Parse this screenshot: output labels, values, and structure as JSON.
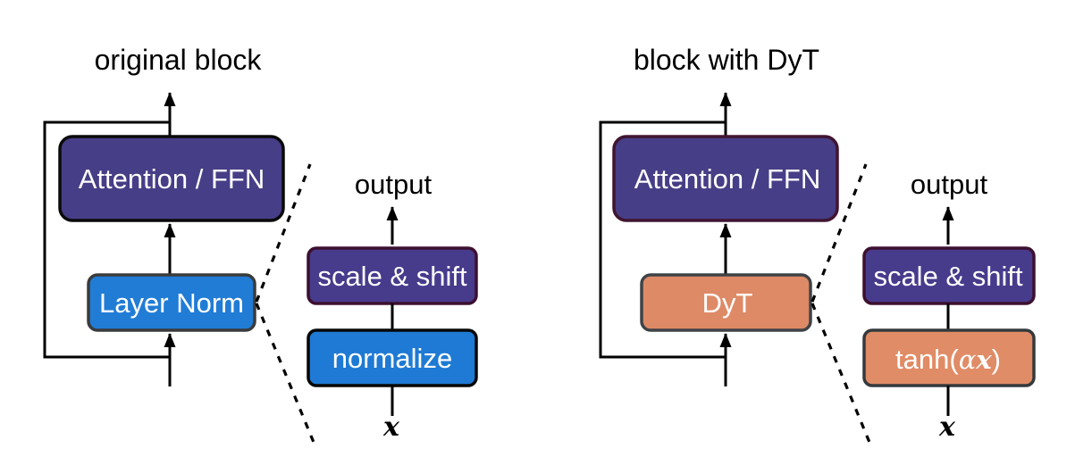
{
  "figure": {
    "left": {
      "title": "original block",
      "block": {
        "attention_label": "Attention / FFN",
        "norm_label": "Layer Norm"
      },
      "detail": {
        "output_label": "output",
        "scale_shift_label": "scale & shift",
        "op_label": "normalize",
        "input_label": "x"
      }
    },
    "right": {
      "title": "block with DyT",
      "block": {
        "attention_label": "Attention / FFN",
        "norm_label": "DyT"
      },
      "detail": {
        "output_label": "output",
        "scale_shift_label": "scale & shift",
        "op_prefix": "tanh(",
        "op_alpha": "α",
        "op_var": "x",
        "op_suffix": ")",
        "input_label": "x"
      }
    },
    "colors": {
      "attention_fill": "#463e86",
      "attention_border_left": "#0a0a0a",
      "attention_border_right": "#401530",
      "layernorm_fill": "#217cd5",
      "layernorm_border": "#3b3b3b",
      "dyt_fill": "#de8a66",
      "dyt_border": "#3f4347",
      "scale_shift_fill": "#473b8c",
      "scale_shift_border": "#3d1030",
      "normalize_fill": "#1e7ad4",
      "normalize_border": "#070707",
      "tanh_fill": "#e08c66",
      "tanh_border": "#34393d",
      "line_color": "#000000",
      "label_light": "#ffffff",
      "label_dark": "#000000"
    }
  }
}
